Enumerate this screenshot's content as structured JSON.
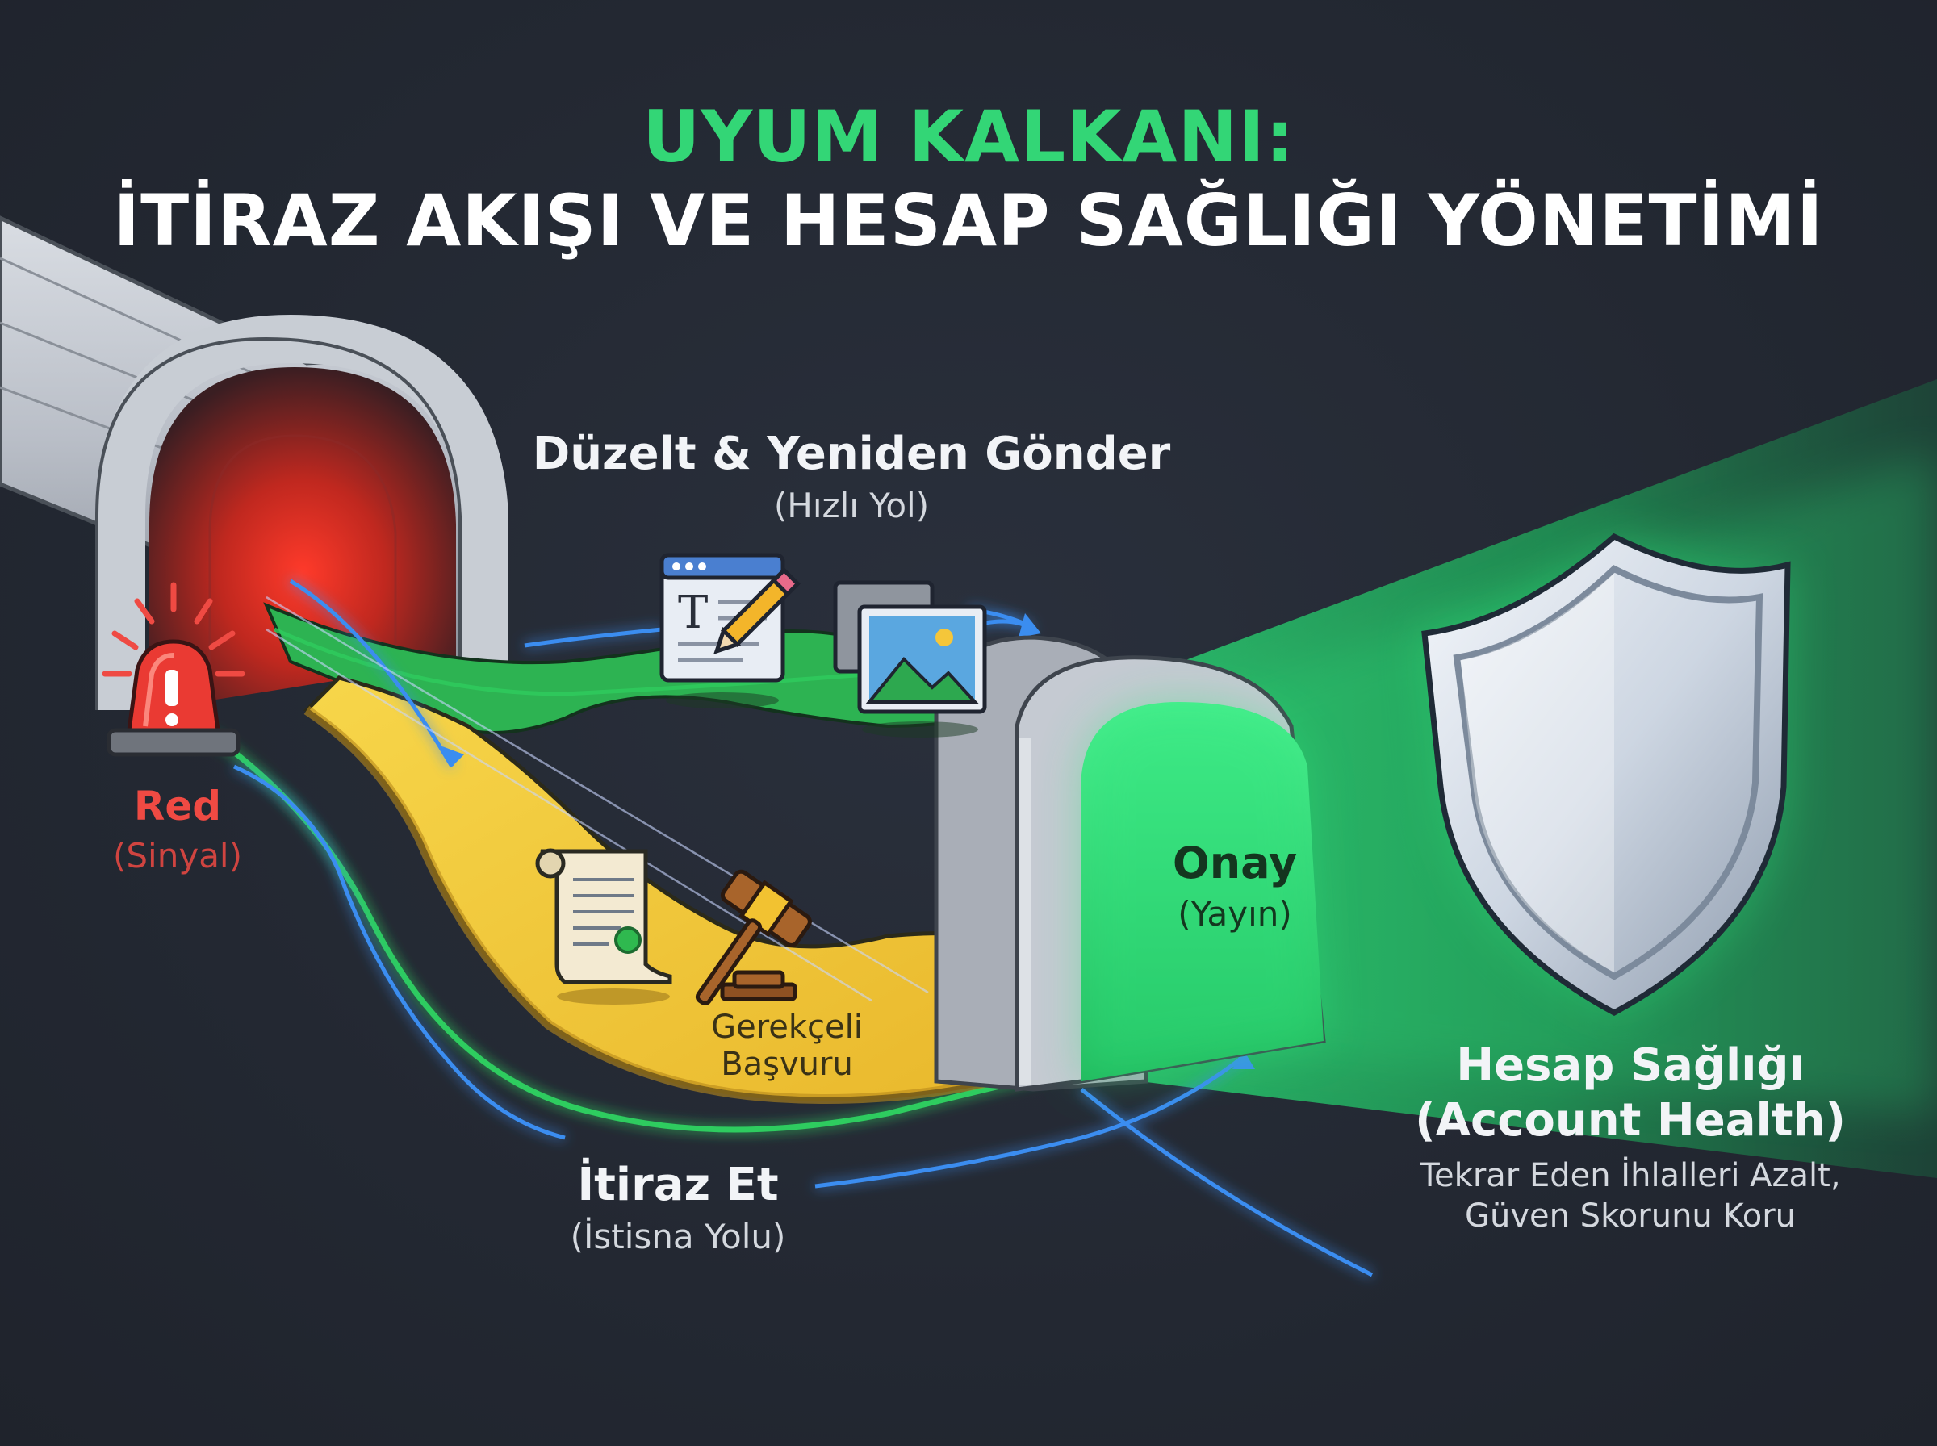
{
  "title": {
    "line1": "UYUM KALKANI:",
    "line2": "İTİRAZ AKIŞI VE HESAP SAĞLIĞI YÖNETİMİ"
  },
  "nodes": {
    "red": {
      "title": "Red",
      "subtitle": "(Sinyal)"
    },
    "fix": {
      "title": "Düzelt & Yeniden Gönder",
      "subtitle": "(Hızlı Yol)"
    },
    "appeal": {
      "title": "İtiraz Et",
      "subtitle": "(İstisna Yolu)"
    },
    "justified": {
      "line1": "Gerekçeli",
      "line2": "Başvuru"
    },
    "approve": {
      "title": "Onay",
      "subtitle": "(Yayın)"
    },
    "health": {
      "title_line1": "Hesap Sağlığı",
      "title_line2": "(Account Health)",
      "desc_line1": "Tekrar Eden İhlalleri Azalt,",
      "desc_line2": "Güven Skorunu Koru"
    }
  },
  "icons": {
    "siren": "alarm-siren-icon",
    "editor": "text-editor-icon",
    "pencil": "pencil-icon",
    "image": "image-icon",
    "document": "certificate-document-icon",
    "gavel": "gavel-icon",
    "shield": "shield-icon"
  },
  "colors": {
    "background": "#252a35",
    "title_accent": "#33d676",
    "signal_red": "#ef4a43",
    "path_green": "#2ecc5e",
    "path_yellow": "#f2c739",
    "flow_blue": "#3b8df0",
    "glow_green": "#2ee37a"
  }
}
